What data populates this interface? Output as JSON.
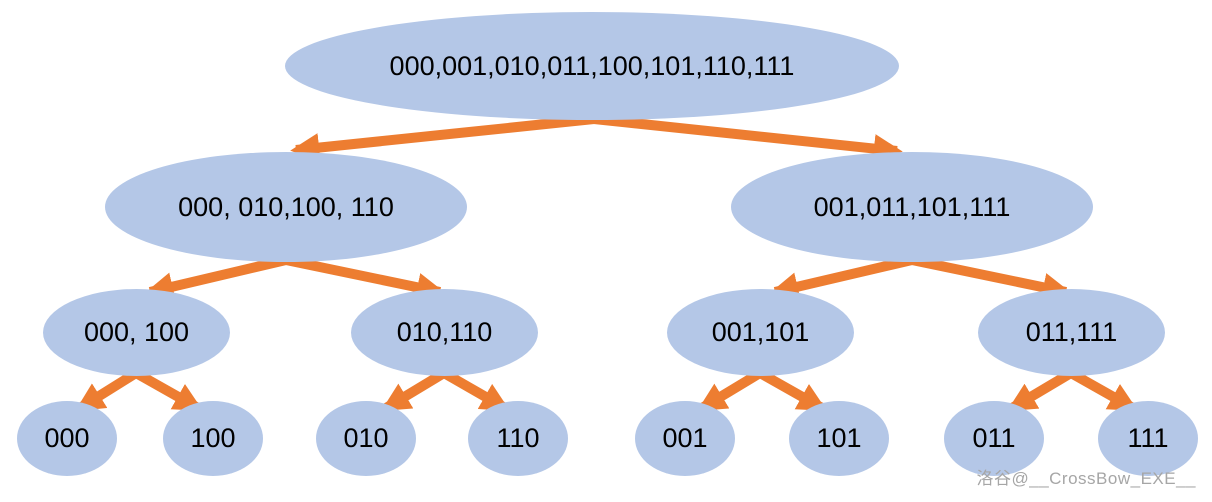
{
  "diagram": {
    "type": "tree",
    "colors": {
      "node_fill": "#b4c7e7",
      "arrow": "#ed7d31",
      "node_text": "#000000",
      "watermark_text": "#a6a6a6"
    },
    "tree": {
      "root": {
        "id": "root",
        "label": "000,001,010,011,100,101,110,111"
      },
      "level2": [
        {
          "id": "l2-0",
          "label": "000, 010,100, 110"
        },
        {
          "id": "l2-1",
          "label": "001,011,101,111"
        }
      ],
      "level3": [
        {
          "id": "l3-0",
          "label": "000, 100"
        },
        {
          "id": "l3-1",
          "label": "010,110"
        },
        {
          "id": "l3-2",
          "label": "001,101"
        },
        {
          "id": "l3-3",
          "label": "011,111"
        }
      ],
      "leaves": [
        {
          "id": "leaf-0",
          "label": "000"
        },
        {
          "id": "leaf-1",
          "label": "100"
        },
        {
          "id": "leaf-2",
          "label": "010"
        },
        {
          "id": "leaf-3",
          "label": "110"
        },
        {
          "id": "leaf-4",
          "label": "001"
        },
        {
          "id": "leaf-5",
          "label": "101"
        },
        {
          "id": "leaf-6",
          "label": "011"
        },
        {
          "id": "leaf-7",
          "label": "111"
        }
      ],
      "edges": [
        {
          "from": "root",
          "to": "l2-0"
        },
        {
          "from": "root",
          "to": "l2-1"
        },
        {
          "from": "l2-0",
          "to": "l3-0"
        },
        {
          "from": "l2-0",
          "to": "l3-1"
        },
        {
          "from": "l2-1",
          "to": "l3-2"
        },
        {
          "from": "l2-1",
          "to": "l3-3"
        },
        {
          "from": "l3-0",
          "to": "leaf-0"
        },
        {
          "from": "l3-0",
          "to": "leaf-1"
        },
        {
          "from": "l3-1",
          "to": "leaf-2"
        },
        {
          "from": "l3-1",
          "to": "leaf-3"
        },
        {
          "from": "l3-2",
          "to": "leaf-4"
        },
        {
          "from": "l3-2",
          "to": "leaf-5"
        },
        {
          "from": "l3-3",
          "to": "leaf-6"
        },
        {
          "from": "l3-3",
          "to": "leaf-7"
        }
      ]
    }
  },
  "watermark": {
    "text": "洛谷@__CrossBow_EXE__"
  }
}
